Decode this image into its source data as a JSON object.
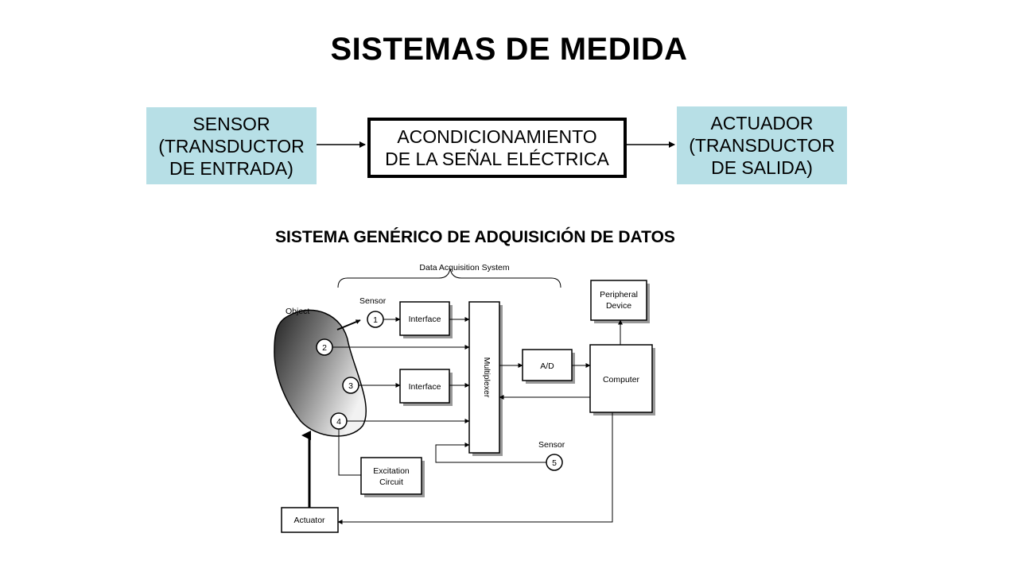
{
  "title": "SISTEMAS DE MEDIDA",
  "flow": {
    "sensor": "SENSOR\n(TRANSDUCTOR\nDE ENTRADA)",
    "conditioning": "ACONDICIONAMIENTO\nDE LA SEÑAL ELÉCTRICA",
    "actuator": "ACTUADOR\n(TRANSDUCTOR\nDE SALIDA)"
  },
  "subtitle": "SISTEMA GENÉRICO DE ADQUISICIÓN DE DATOS",
  "diagram": {
    "das_label": "Data Acquisition System",
    "object": "Object",
    "sensor_top": "Sensor",
    "sensor_bottom": "Sensor",
    "sensor_numbers": [
      "1",
      "2",
      "3",
      "4",
      "5"
    ],
    "interface_1": "Interface",
    "interface_2": "Interface",
    "multiplexer": "Multiplexer",
    "ad": "A/D",
    "computer": "Computer",
    "peripheral_line1": "Peripheral",
    "peripheral_line2": "Device",
    "excitation_line1": "Excitation",
    "excitation_line2": "Circuit",
    "actuator": "Actuator"
  },
  "colors": {
    "box_fill": "#b7dfe6",
    "object_dark": "#2a2a2a",
    "object_light": "#eeeeee"
  }
}
